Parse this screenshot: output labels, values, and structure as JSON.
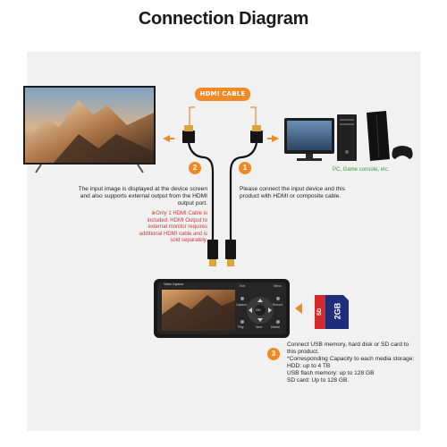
{
  "title": "Connection Diagram",
  "cable_label": "HDMI CABLE",
  "steps": {
    "one": "1",
    "two": "2",
    "three": "3"
  },
  "tv_text": "The input image is displayed at the device screen and also supports external output from the HDMI output port.",
  "note_text": "※Only 1 HDMI Cable is included. HDMI Output to external monitor requires additional HDMI cable and is sold separately.",
  "input_text": "Please connect the input device and this product with HDMI or composite cable.",
  "pc_label": "PC, Game console, etc.",
  "storage_text": {
    "line1": "Connect USB memory, hard disk  or SD card to",
    "line2": "this product.",
    "line3": "*Corresponding Capacity to each media storage:",
    "line4": "HDD: up to 4 TB",
    "line5": "USB flash memory: up to 128 GB",
    "line6": "SD card: Up to 128 GB."
  },
  "device": {
    "brand": "Video Capture",
    "buttons": [
      "Exit",
      "Menu",
      "Capture",
      "Record",
      "Play",
      "Next",
      "Delete"
    ],
    "ok": "OK"
  },
  "sd_card": {
    "label": "SD",
    "capacity": "2GB"
  },
  "colors": {
    "accent": "#f08a24",
    "note": "#c83a3a",
    "pc_label": "#3b9b3b"
  }
}
